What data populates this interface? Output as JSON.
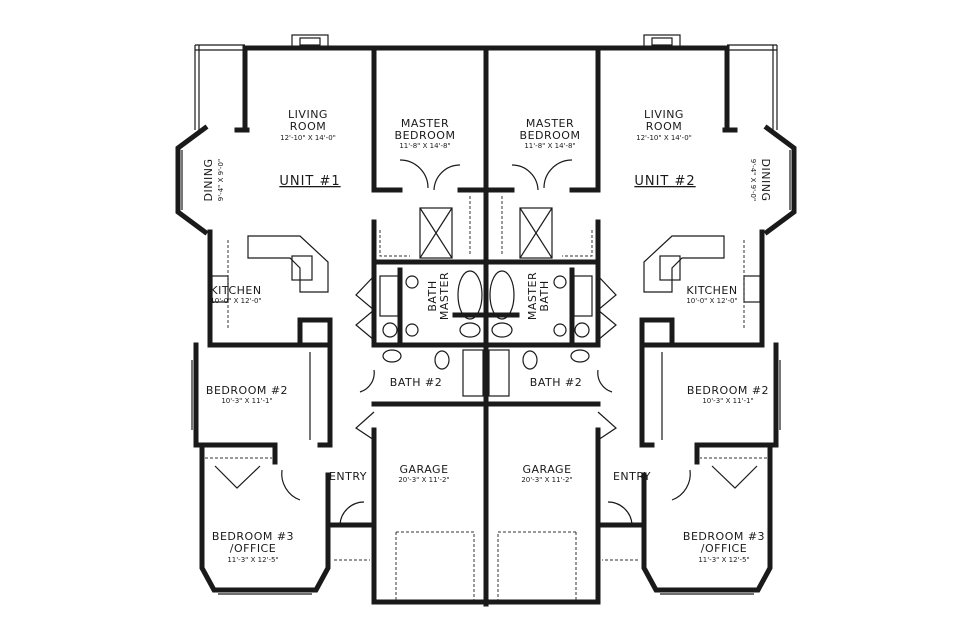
{
  "colors": {
    "line": "#1a1a1a",
    "background": "#ffffff"
  },
  "unit1": {
    "title": "UNIT #1",
    "living": {
      "name1": "LIVING",
      "name2": "ROOM",
      "dims": "12'-10\" X 14'-0\""
    },
    "master_bedroom": {
      "name1": "MASTER",
      "name2": "BEDROOM",
      "dims": "11'-8\" X 14'-8\""
    },
    "dining": {
      "name": "DINING",
      "dims": "9'-4\" X 9'-0\""
    },
    "kitchen": {
      "name": "KITCHEN",
      "dims": "10'-0\" X 12'-0\""
    },
    "master_bath": {
      "name1": "BATH",
      "name2": "MASTER"
    },
    "bedroom2": {
      "name": "BEDROOM #2",
      "dims": "10'-3\" X 11'-1\""
    },
    "bath2": {
      "name": "BATH #2"
    },
    "entry": {
      "name": "ENTRY"
    },
    "garage": {
      "name": "GARAGE",
      "dims": "20'-3\" X 11'-2\""
    },
    "bedroom3": {
      "name1": "BEDROOM #3",
      "name2": "/OFFICE",
      "dims": "11'-3\" X 12'-5\""
    }
  },
  "unit2": {
    "title": "UNIT #2",
    "living": {
      "name1": "LIVING",
      "name2": "ROOM",
      "dims": "12'-10\" X 14'-0\""
    },
    "master_bedroom": {
      "name1": "MASTER",
      "name2": "BEDROOM",
      "dims": "11'-8\" X 14'-8\""
    },
    "dining": {
      "name": "DINING",
      "dims": "9'-4\" X 9'-0\""
    },
    "kitchen": {
      "name": "KITCHEN",
      "dims": "10'-0\" X 12'-0\""
    },
    "master_bath": {
      "name1": "MASTER",
      "name2": "BATH"
    },
    "bedroom2": {
      "name": "BEDROOM #2",
      "dims": "10'-3\" X 11'-1\""
    },
    "bath2": {
      "name": "BATH #2"
    },
    "entry": {
      "name": "ENTRY"
    },
    "garage": {
      "name": "GARAGE",
      "dims": "20'-3\" X 11'-2\""
    },
    "bedroom3": {
      "name1": "BEDROOM #3",
      "name2": "/OFFICE",
      "dims": "11'-3\" X 12'-5\""
    }
  }
}
